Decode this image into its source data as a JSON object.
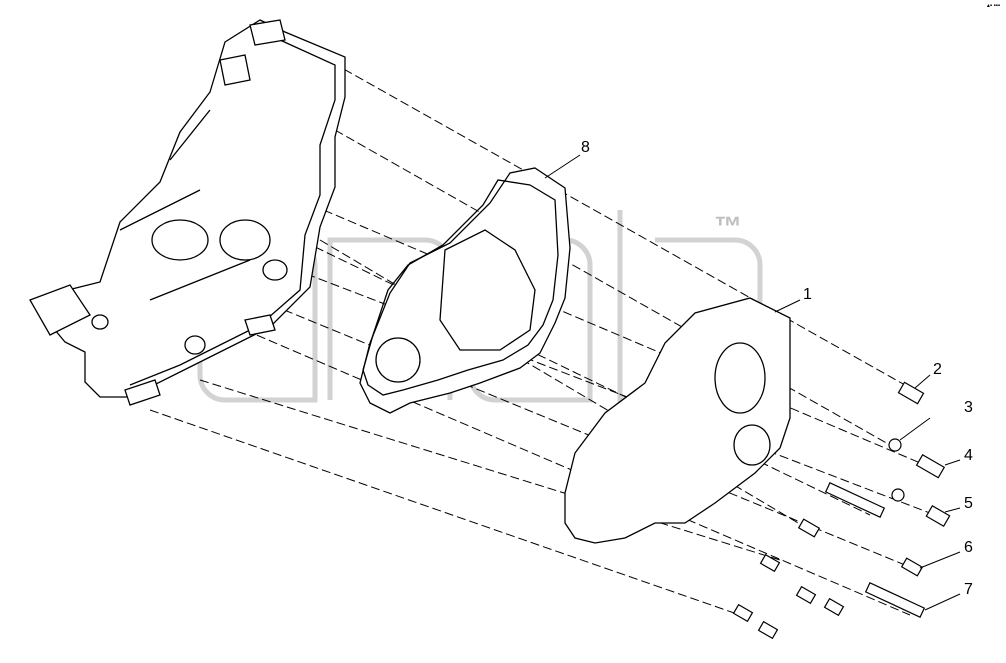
{
  "watermark": {
    "text": "™",
    "color": "#9a9a9a"
  },
  "corner_mark": "▴▪ ▪▪▪",
  "callouts": [
    {
      "id": "1",
      "label": "1"
    },
    {
      "id": "2",
      "label": "2"
    },
    {
      "id": "3",
      "label": "3"
    },
    {
      "id": "4",
      "label": "4"
    },
    {
      "id": "5",
      "label": "5"
    },
    {
      "id": "6",
      "label": "6"
    },
    {
      "id": "7",
      "label": "7"
    },
    {
      "id": "8",
      "label": "8"
    }
  ],
  "colors": {
    "line": "#000000",
    "background": "#ffffff",
    "watermark": "#b5b5b5"
  }
}
